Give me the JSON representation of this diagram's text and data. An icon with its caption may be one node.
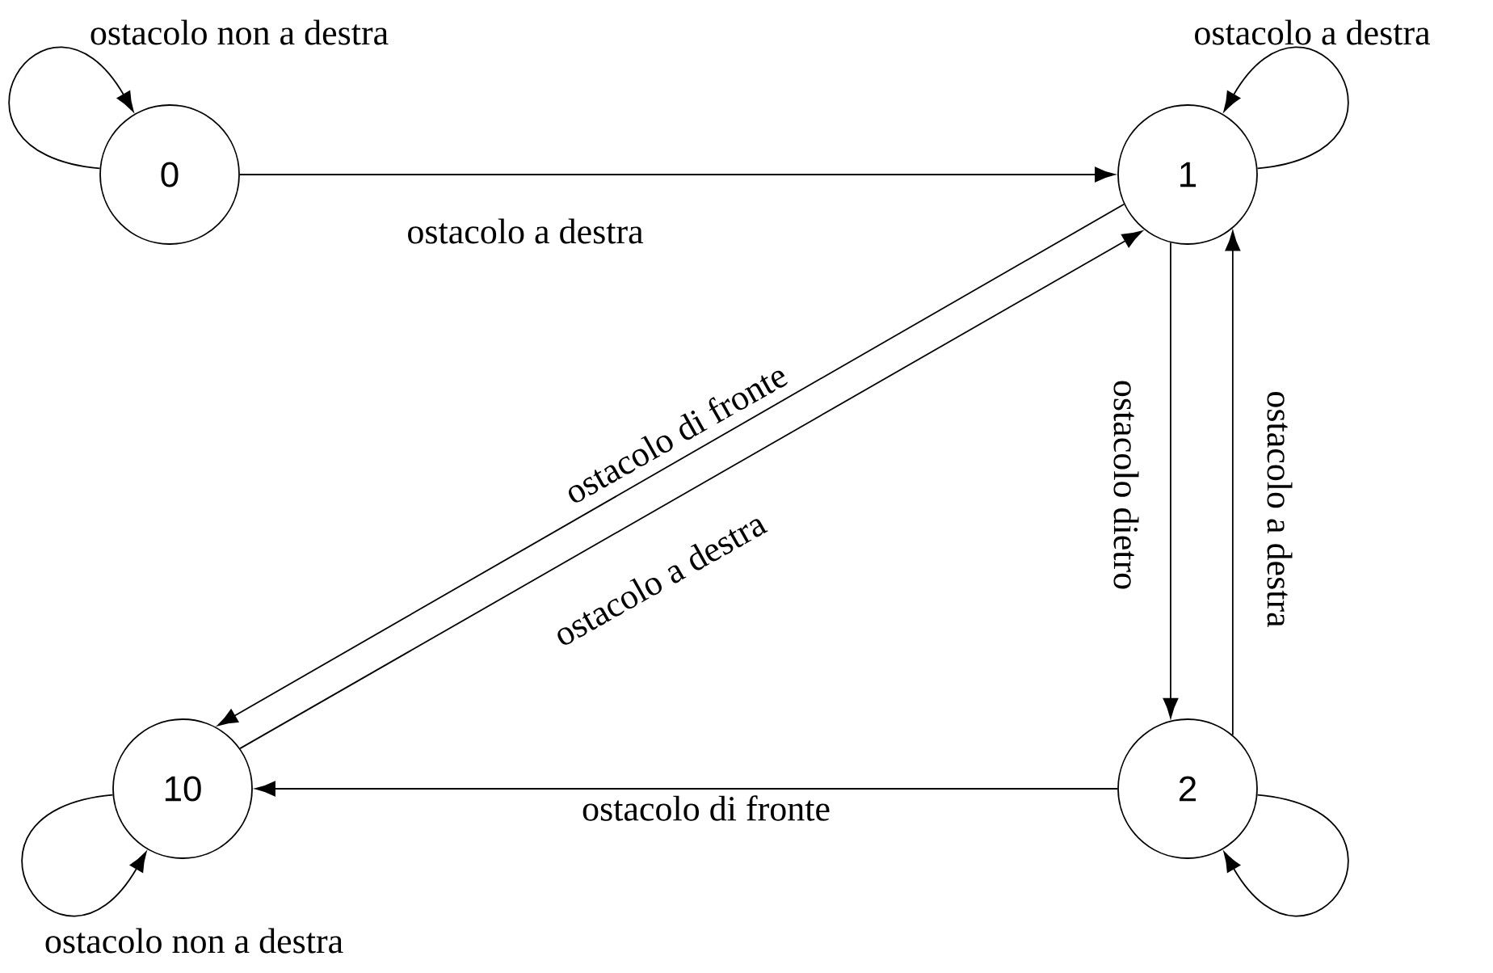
{
  "diagram": {
    "nodes": [
      {
        "text": [
          "0"
        ]
      },
      {
        "text": [
          "1"
        ]
      },
      {
        "text": [
          "10"
        ]
      },
      {
        "text": [
          "2"
        ]
      }
    ],
    "edges": [
      {
        "from": 0,
        "to": 0,
        "arrow": "to",
        "label": "ostacolo non a destra"
      },
      {
        "from": 0,
        "to": 1,
        "arrow": "to",
        "label": "ostacolo a destra"
      },
      {
        "from": 1,
        "to": 1,
        "arrow": "to",
        "label": "ostacolo a destra"
      },
      {
        "from": 1,
        "to": 2,
        "arrow": "to",
        "label": "ostacolo di fronte"
      },
      {
        "from": 2,
        "to": 1,
        "arrow": "to",
        "label": "ostacolo a destra"
      },
      {
        "from": 1,
        "to": 3,
        "arrow": "to",
        "label": "ostacolo dietro"
      },
      {
        "from": 3,
        "to": 1,
        "arrow": "to",
        "label": "ostacolo a destra"
      },
      {
        "from": 3,
        "to": 2,
        "arrow": "to",
        "label": "ostacolo di fronte"
      },
      {
        "from": 3,
        "to": 3,
        "arrow": "to"
      },
      {
        "from": 2,
        "to": 2,
        "arrow": "to",
        "label": "ostacolo non a destra"
      }
    ]
  }
}
